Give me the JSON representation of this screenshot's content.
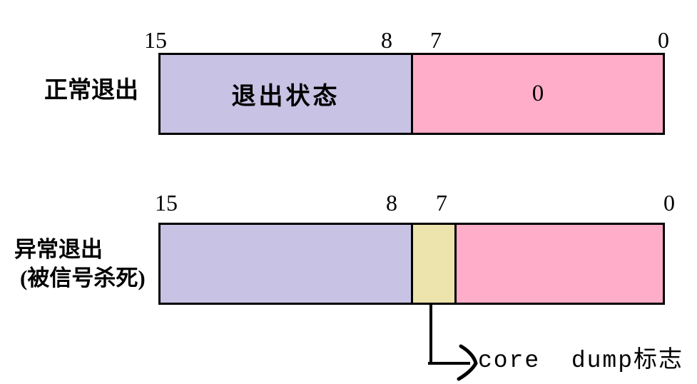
{
  "rows": [
    {
      "label": "正常退出",
      "bit_labels": [
        "15",
        "8",
        "7",
        "0"
      ],
      "segments": [
        {
          "text": "退出状态",
          "color": "#C8C2E4"
        },
        {
          "text": "0",
          "color": "#FFADC8"
        }
      ]
    },
    {
      "label": "异常退出",
      "label_note": "(被信号杀死)",
      "bit_labels": [
        "15",
        "8",
        "7",
        "0"
      ],
      "segments": [
        {
          "text": "",
          "color": "#C8C2E4"
        },
        {
          "text": "",
          "color": "#EDE3AD"
        },
        {
          "text": "",
          "color": "#FFADC8"
        }
      ]
    }
  ],
  "annotation": {
    "text": "core  dump标志"
  },
  "colors": {
    "segment_lavender": "#C8C2E4",
    "segment_pink": "#FFADC8",
    "segment_tan": "#EDE3AD",
    "line": "#000000",
    "background": "#FFFFFF",
    "text": "#000000"
  }
}
